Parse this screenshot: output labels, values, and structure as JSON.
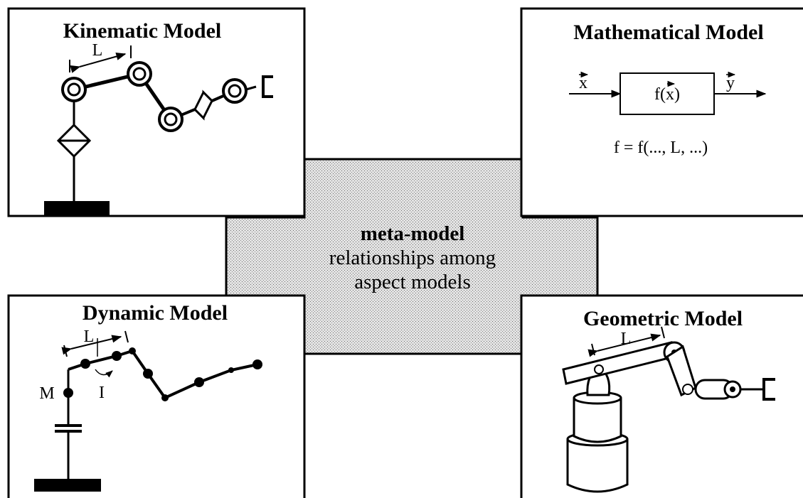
{
  "panels": {
    "kinematic": {
      "title": "Kinematic Model",
      "link_label": "L"
    },
    "mathematical": {
      "title": "Mathematical Model",
      "input_label": "x",
      "function_label": "f(x)",
      "output_label": "y",
      "equation": "f = f(..., L, ...)"
    },
    "dynamic": {
      "title": "Dynamic Model",
      "link_label": "L",
      "mass_label": "M",
      "inertia_label": "I"
    },
    "geometric": {
      "title": "Geometric Model",
      "link_label": "L"
    }
  },
  "center": {
    "line1": "meta-model",
    "line2": "relationships among",
    "line3": "aspect models",
    "fill_color": "#cfcfcf"
  }
}
